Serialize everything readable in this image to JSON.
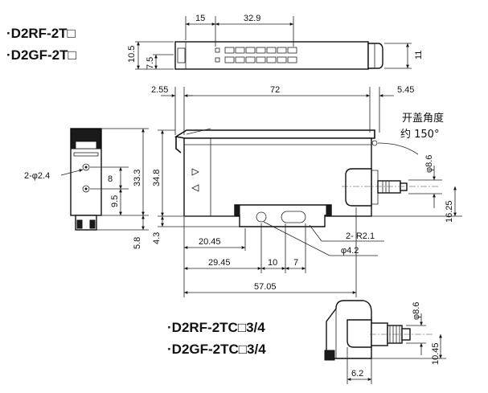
{
  "models": {
    "top": [
      "·D2RF-2T□",
      "·D2GF-2T□"
    ],
    "bottom": [
      "·D2RF-2TC□3/4",
      "·D2GF-2TC□3/4"
    ]
  },
  "notes": {
    "lid_line1": "开盖角度",
    "lid_line2": "约 150°"
  },
  "dims": {
    "d15": "15",
    "d32_9": "32.9",
    "d10_5": "10.5",
    "d7_5": "7.5",
    "d11": "11",
    "d2_55": "2.55",
    "d72": "72",
    "d5_45": "5.45",
    "holes_d": "2-φ2.4",
    "d8": "8",
    "d9_5": "9.5",
    "d33_3": "33.3",
    "d34_8": "34.8",
    "d5_8": "5.8",
    "d4_3": "4.3",
    "phi8_6": "φ8.6",
    "d16_25": "16.25",
    "r2_1": "2- R2.1",
    "phi4_2": "φ4.2",
    "d20_45": "20.45",
    "d29_45": "29.45",
    "d10": "10",
    "d7": "7",
    "d57_05": "57.05",
    "conn_phi8_6": "φ8.6",
    "d10_45": "10.45",
    "d6_2": "6.2"
  }
}
